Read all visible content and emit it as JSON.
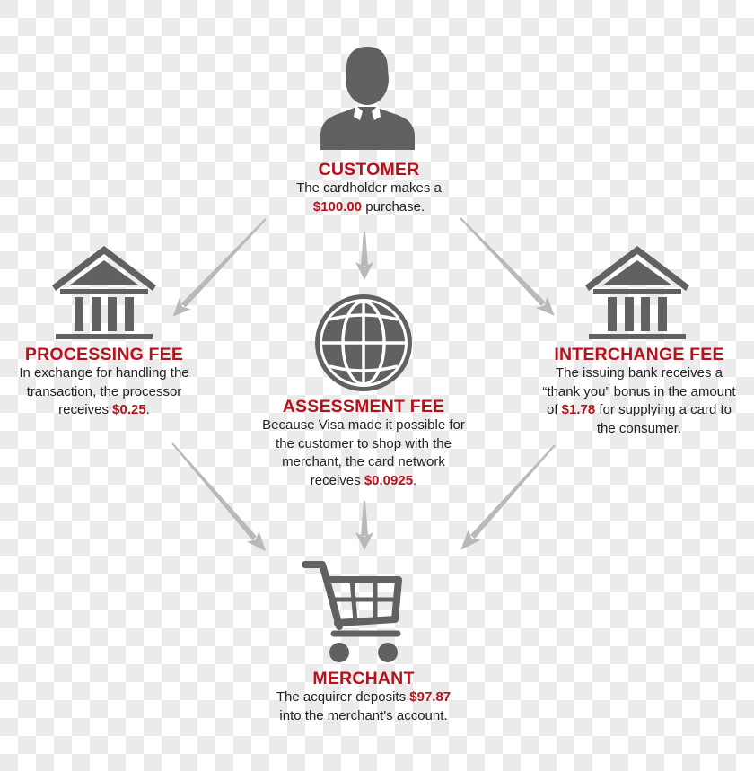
{
  "colors": {
    "accent_red": "#b5121b",
    "icon_gray": "#616161",
    "arrow_gray": "#b9b9b9",
    "body_text": "#222222",
    "checker_light": "#ffffff",
    "checker_dark": "#ebebeb"
  },
  "nodes": {
    "customer": {
      "icon": "person-icon",
      "title": "CUSTOMER",
      "line1": "The cardholder makes a",
      "amount": "$100.00",
      "line2_suffix": " purchase."
    },
    "processing_fee": {
      "icon": "bank-icon",
      "title": "PROCESSING FEE",
      "line1": "In exchange for handling the",
      "line2": "transaction, the processor",
      "line3_prefix": "receives ",
      "amount": "$0.25",
      "line3_suffix": "."
    },
    "interchange_fee": {
      "icon": "bank-icon",
      "title": "INTERCHANGE FEE",
      "line1": "The issuing bank receives a",
      "line2": "“thank you” bonus in the amount",
      "line3_prefix": "of ",
      "amount": "$1.78",
      "line3_suffix": " for supplying a card to",
      "line4": "the consumer."
    },
    "assessment_fee": {
      "icon": "globe-icon",
      "title": "ASSESSMENT FEE",
      "line1": "Because Visa made it possible for",
      "line2": "the customer to shop with the",
      "line3": "merchant, the card network",
      "line4_prefix": "receives ",
      "amount": "$0.0925",
      "line4_suffix": "."
    },
    "merchant": {
      "icon": "shopping-cart-icon",
      "title": "MERCHANT",
      "line1_prefix": "The acquirer deposits ",
      "amount": "$97.87",
      "line2": "into the merchant's account."
    }
  },
  "flows": [
    {
      "from": "customer",
      "to": "processing_fee",
      "icon": "arrow-down-left-icon"
    },
    {
      "from": "customer",
      "to": "assessment_fee",
      "icon": "arrow-down-icon"
    },
    {
      "from": "customer",
      "to": "interchange_fee",
      "icon": "arrow-down-right-icon"
    },
    {
      "from": "processing_fee",
      "to": "merchant",
      "icon": "arrow-down-right-icon"
    },
    {
      "from": "assessment_fee",
      "to": "merchant",
      "icon": "arrow-down-icon"
    },
    {
      "from": "interchange_fee",
      "to": "merchant",
      "icon": "arrow-down-left-icon"
    }
  ]
}
